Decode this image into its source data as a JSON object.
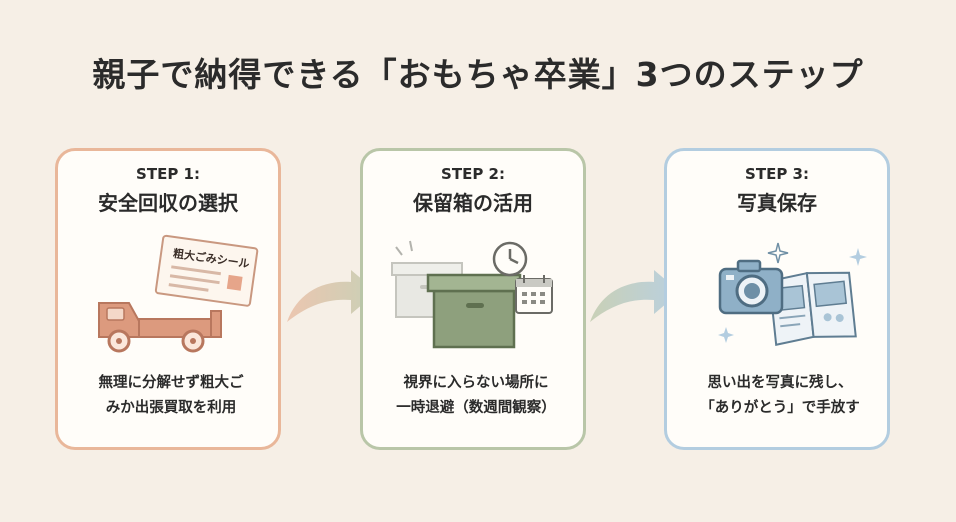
{
  "title": "親子で納得できる「おもちゃ卒業」3つのステップ",
  "colors": {
    "background": "#f6efe6",
    "card": "#fffdf9",
    "step1_accent": "#e9b79a",
    "step2_accent": "#b9c6a8",
    "step3_accent": "#b3cde0"
  },
  "steps": [
    {
      "label": "STEP 1:",
      "title": "安全回収の選択",
      "illustration": "truck-with-bulky-waste-sticker",
      "sticker_text": "粗大ごみシール",
      "description_lines": [
        "無理に分解せず粗大ご",
        "みか出張買取を利用"
      ]
    },
    {
      "label": "STEP 2:",
      "title": "保留箱の活用",
      "illustration": "storage-boxes-clock-calendar",
      "description_lines": [
        "視界に入らない場所に",
        "一時退避（数週間観察）"
      ]
    },
    {
      "label": "STEP 3:",
      "title": "写真保存",
      "illustration": "camera-photo-album-sparkles",
      "description_lines": [
        "思い出を写真に残し、",
        "「ありがとう」で手放す"
      ]
    }
  ],
  "connectors": [
    "curved-arrow-icon",
    "curved-arrow-icon"
  ]
}
